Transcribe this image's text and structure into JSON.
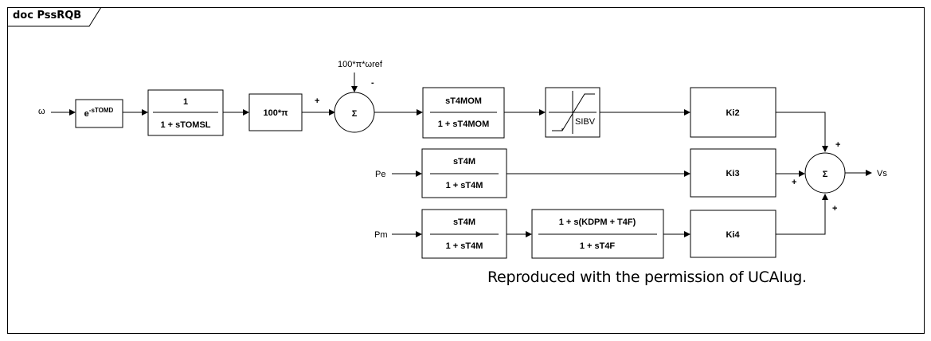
{
  "doc": {
    "title": "doc PssRQB"
  },
  "inputs": {
    "omega": "ω",
    "pe": "Pe",
    "pm": "Pm"
  },
  "output": {
    "vs": "Vs"
  },
  "blocks": {
    "delay": {
      "base": "e",
      "exponent": "-sTOMD"
    },
    "lag": {
      "numerator": "1",
      "denominator": "1 + sTOMSL"
    },
    "gain_pi": {
      "label": "100*π"
    },
    "washout_mom": {
      "numerator": "sT4MOM",
      "denominator": "1 + sT4MOM"
    },
    "limiter": {
      "label": "SIBV"
    },
    "ki2": {
      "label": "Ki2"
    },
    "washout_pe": {
      "numerator": "sT4M",
      "denominator": "1 + sT4M"
    },
    "ki3": {
      "label": "Ki3"
    },
    "washout_pm": {
      "numerator": "sT4M",
      "denominator": "1 + sT4M"
    },
    "leadlag": {
      "numerator": "1 + s(KDPM + T4F)",
      "denominator": "1 + sT4F"
    },
    "ki4": {
      "label": "Ki4"
    }
  },
  "summers": {
    "sum1": {
      "symbol": "Σ",
      "ref_label": "100*π*ωref",
      "plus": "+",
      "minus": "-"
    },
    "sum2": {
      "symbol": "Σ",
      "plus_top": "+",
      "plus_left": "+",
      "plus_bottom": "+"
    }
  },
  "note": "Reproduced with the permission of UCAIug."
}
